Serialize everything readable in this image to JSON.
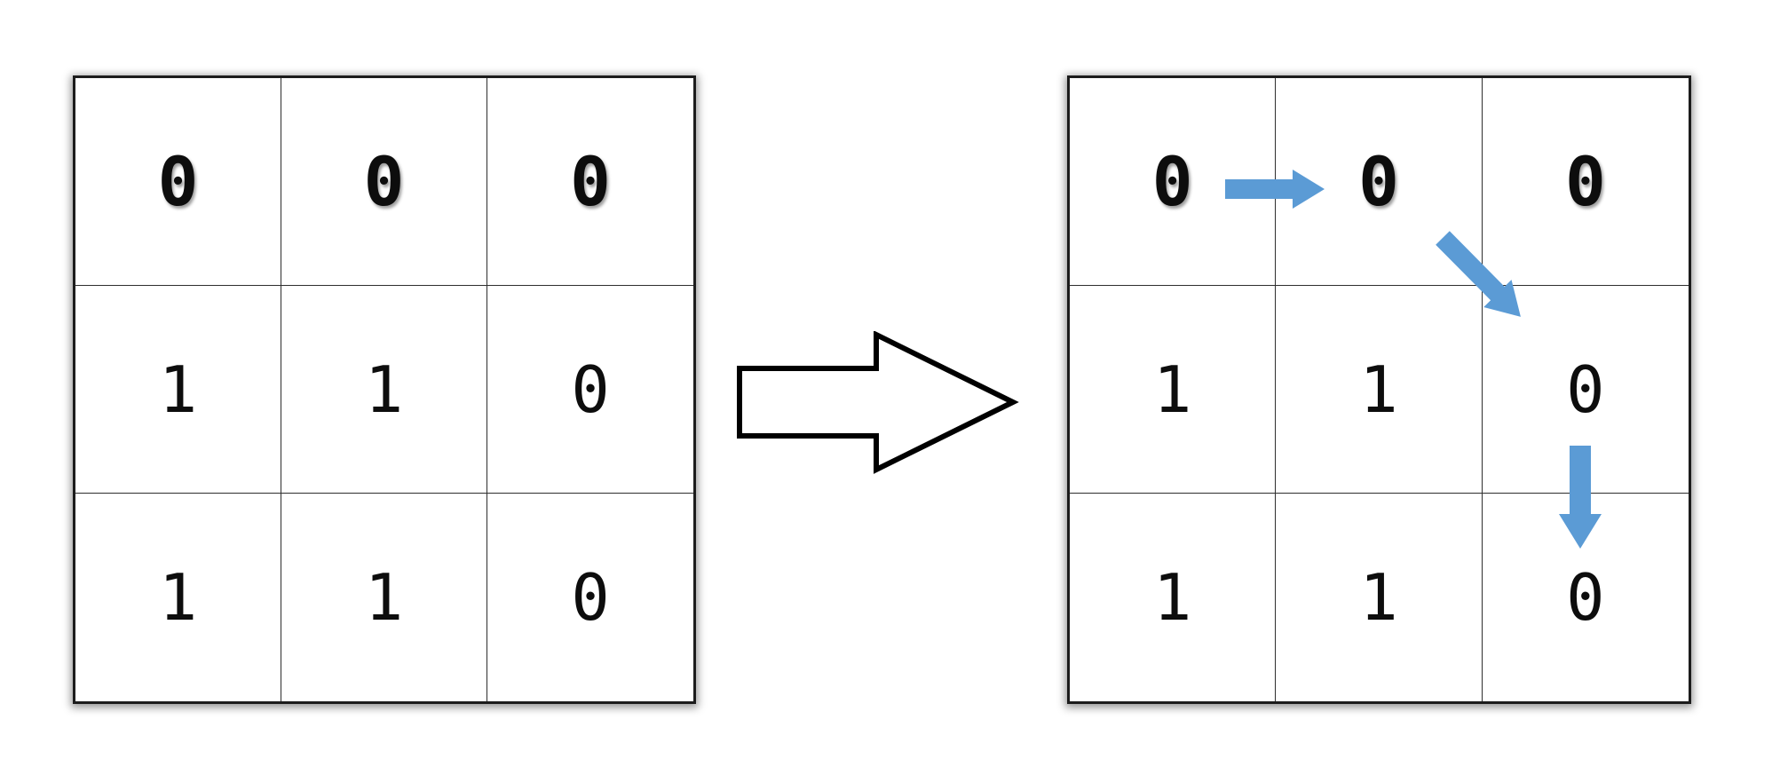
{
  "colors": {
    "path_arrow": "#5B9BD5",
    "transform_arrow_outline": "#000000",
    "transform_arrow_fill": "#ffffff",
    "grid_border": "#1c1c1c",
    "digit": "#0d0d0d"
  },
  "left_grid": {
    "rows": [
      [
        "0",
        "0",
        "0"
      ],
      [
        "1",
        "1",
        "0"
      ],
      [
        "1",
        "1",
        "0"
      ]
    ]
  },
  "right_grid": {
    "rows": [
      [
        "0",
        "0",
        "0"
      ],
      [
        "1",
        "1",
        "0"
      ],
      [
        "1",
        "1",
        "0"
      ]
    ]
  },
  "transform_arrow": {
    "direction": "right"
  },
  "path_arrows": [
    {
      "step": 1,
      "from_cell": "row1-col1",
      "to_cell": "row1-col2",
      "direction": "right"
    },
    {
      "step": 2,
      "from_cell": "row1-col2",
      "to_cell": "row2-col3",
      "direction": "down-right"
    },
    {
      "step": 3,
      "from_cell": "row2-col3",
      "to_cell": "row3-col3",
      "direction": "down"
    }
  ]
}
